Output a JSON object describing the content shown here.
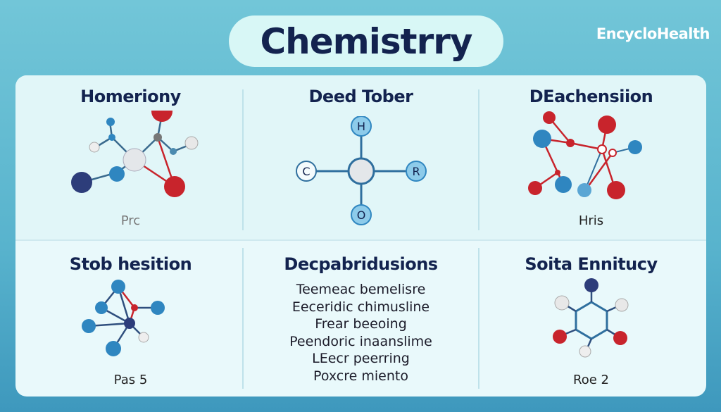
{
  "header": {
    "title": "Chemistrry",
    "brand": "EncycloHealth"
  },
  "cells": [
    {
      "title": "Homeriony",
      "caption": "Prc"
    },
    {
      "title": "Deed Tober",
      "atoms": [
        "H",
        "C",
        "R",
        "O"
      ]
    },
    {
      "title": "DEachensiion",
      "caption": "Hris"
    },
    {
      "title": "Stob hesition",
      "caption": "Pas 5"
    },
    {
      "title": "Decpabridusions",
      "lines": [
        "Teemeac bemelisre",
        "Eeceridic chimusline",
        "Frear beeoing",
        "Peendoric inaanslime",
        "LEecr peerring",
        "Poxcre miento"
      ]
    },
    {
      "title": "Soita Ennitucy",
      "caption": "Roe 2"
    }
  ],
  "colors": {
    "navy": "#13234f",
    "red": "#c8242c",
    "blue": "#2f86c0",
    "panel": "#e9f9fb"
  }
}
